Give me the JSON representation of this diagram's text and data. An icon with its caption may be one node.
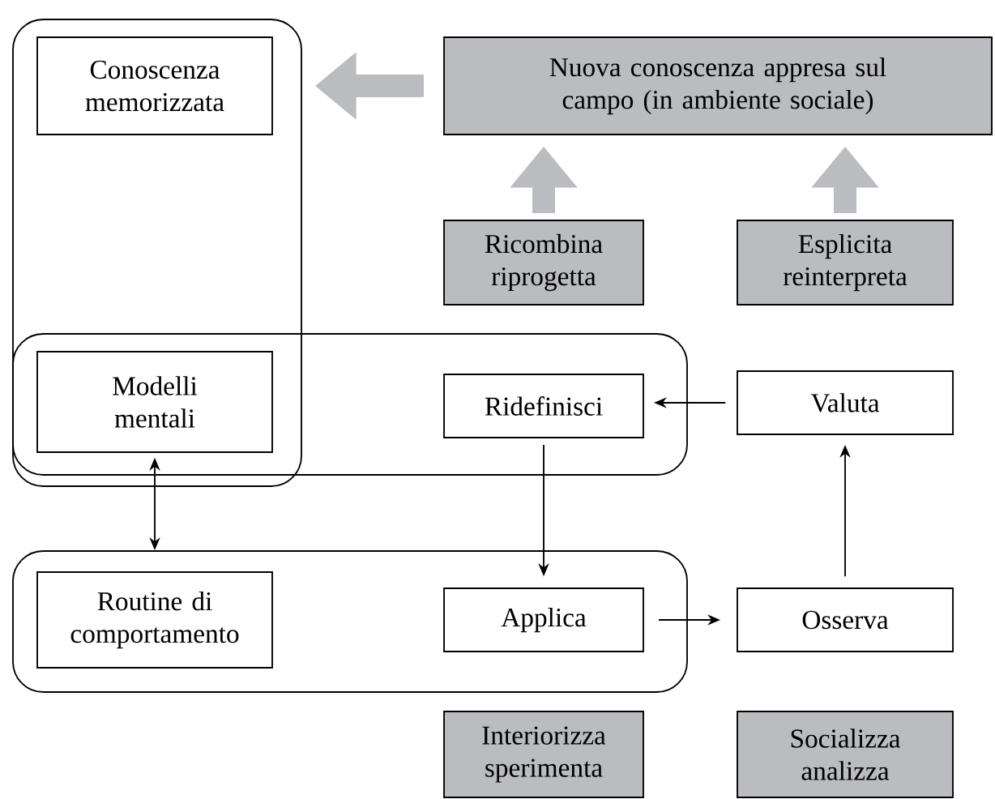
{
  "diagram": {
    "nodes": [
      {
        "text": [],
        "shape": "box"
      },
      {
        "text": [
          "Conoscenza memorizzata"
        ],
        "in": 0
      },
      {
        "text": [
          "Nuova conoscenza appresa sul campo (in ambiente sociale)"
        ]
      },
      {
        "text": [
          "Ricombina riprogetta"
        ]
      },
      {
        "text": [
          "Esplicita reinterpreta"
        ]
      },
      {
        "text": [],
        "shape": "box"
      },
      {
        "text": [
          "Modelli mentali"
        ]
      },
      {
        "text": [
          "Ridefinisci"
        ],
        "in": 5
      },
      {
        "text": [
          "Valuta"
        ]
      },
      {
        "text": [],
        "shape": "box"
      },
      {
        "text": [
          "Routine di comportamento"
        ],
        "in": 9
      },
      {
        "text": [
          "Applica"
        ],
        "in": 9
      },
      {
        "text": [
          "Osserva"
        ]
      },
      {
        "text": [
          "Interiorizza sperimenta"
        ]
      },
      {
        "text": [
          "Socializza analizza"
        ]
      }
    ],
    "edges": [
      {
        "from": 2,
        "to": 0,
        "arrow": "to",
        "style": "thick",
        "color": "#bbbcc0"
      },
      {
        "from": 3,
        "to": 2,
        "arrow": "to",
        "style": "thick",
        "color": "#bbbcc0"
      },
      {
        "from": 4,
        "to": 2,
        "arrow": "to",
        "style": "thick",
        "color": "#bbbcc0"
      },
      {
        "from": 8,
        "to": 7,
        "arrow": "to"
      },
      {
        "from": 7,
        "to": 11,
        "arrow": "to"
      },
      {
        "from": 11,
        "to": 12,
        "arrow": "to"
      },
      {
        "from": 12,
        "to": 8,
        "arrow": "to"
      },
      {
        "from": 6,
        "to": 9,
        "arrow": "both"
      }
    ]
  }
}
